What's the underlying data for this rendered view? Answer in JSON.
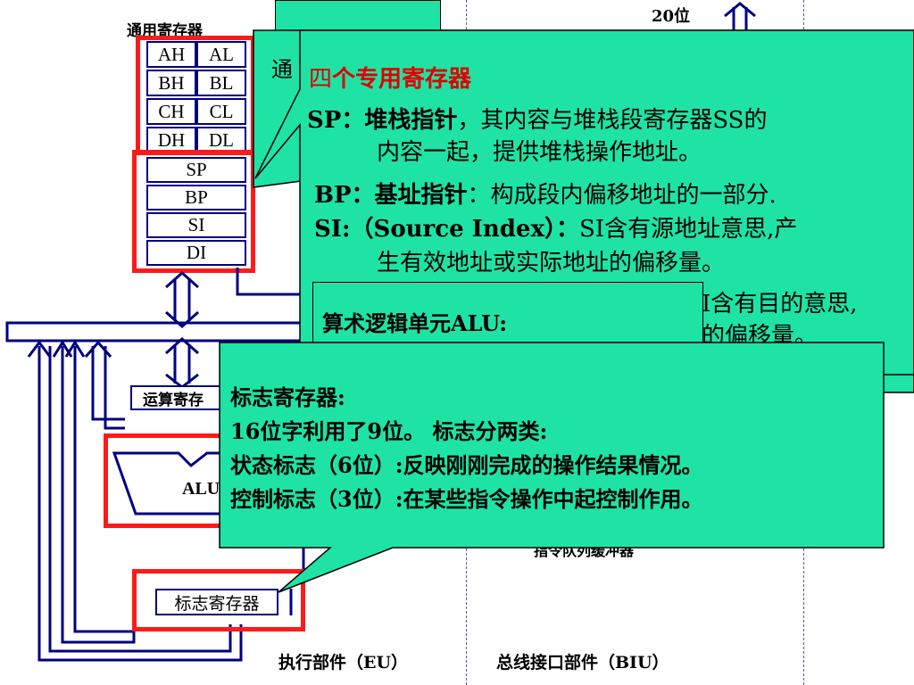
{
  "eu_side": {
    "title": "通用寄存器",
    "registers_8bit": [
      [
        "AH",
        "AL"
      ],
      [
        "BH",
        "BL"
      ],
      [
        "CH",
        "CL"
      ],
      [
        "DH",
        "DL"
      ]
    ],
    "registers_16bit": [
      "SP",
      "BP",
      "SI",
      "DI"
    ],
    "operand_register": "运算寄存",
    "alu_label": "ALU",
    "flags_register": "标志寄存器",
    "footer": "执行部件（EU）"
  },
  "biu_side": {
    "top_label": "20位",
    "footer": "总线接口部件（BIU）",
    "queue_label": "指令队列缓冲器"
  },
  "callout_special": {
    "title_prefix": "四",
    "title_rest": "个专用寄存器",
    "sp_term": "SP：堆栈指针",
    "sp_desc": "，其内容与堆栈段寄存器SS的",
    "sp_desc2": "内容一起，提供堆栈操作地址。",
    "bp_term": "BP：基址指针",
    "bp_desc": "：构成段内偏移地址的一部分.",
    "si_term": "SI:（Source Index）：",
    "si_desc": "SI含有源地址意思,产",
    "si_desc2": "生有效地址或实际地址的偏移量。",
    "di_partial": "I含有目的意思,",
    "di_partial2": "的偏移量。"
  },
  "callout_general": {
    "partial": "通"
  },
  "callout_alu": {
    "title": "算术逻辑单元ALU:"
  },
  "callout_flags": {
    "title": "标志寄存器:",
    "line2": "16位字利用了9位。 标志分两类:",
    "line3": "状态标志（6位）:反映刚刚完成的操作结果情况。",
    "line4": "控制标志（3位）:在某些指令操作中起控制作用。"
  },
  "colors": {
    "callout_fill": "#1ee3a4",
    "highlight": "#ff1a1a",
    "register_border": "#000080"
  }
}
